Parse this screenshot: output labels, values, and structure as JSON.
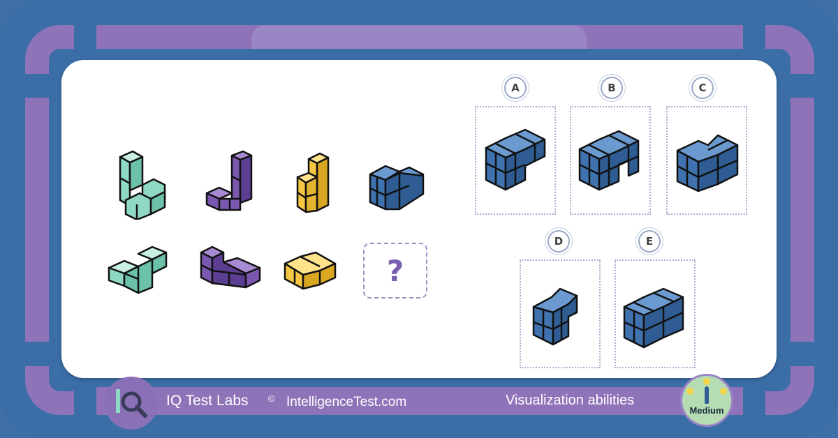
{
  "brand": {
    "name": "IQ Test Labs",
    "copyright": "©",
    "site": "IntelligenceTest.com"
  },
  "category": "Visualization abilities",
  "difficulty": "Medium",
  "question_mark": "?",
  "options": [
    {
      "label": "A"
    },
    {
      "label": "B"
    },
    {
      "label": "C"
    },
    {
      "label": "D"
    },
    {
      "label": "E"
    }
  ],
  "colors": {
    "frame": "#3b6ea7",
    "band": "#8e73b8",
    "mint": "#8fd9c4",
    "purple": "#7b58b0",
    "yellow": "#f6c742",
    "blue": "#3f72ae"
  }
}
